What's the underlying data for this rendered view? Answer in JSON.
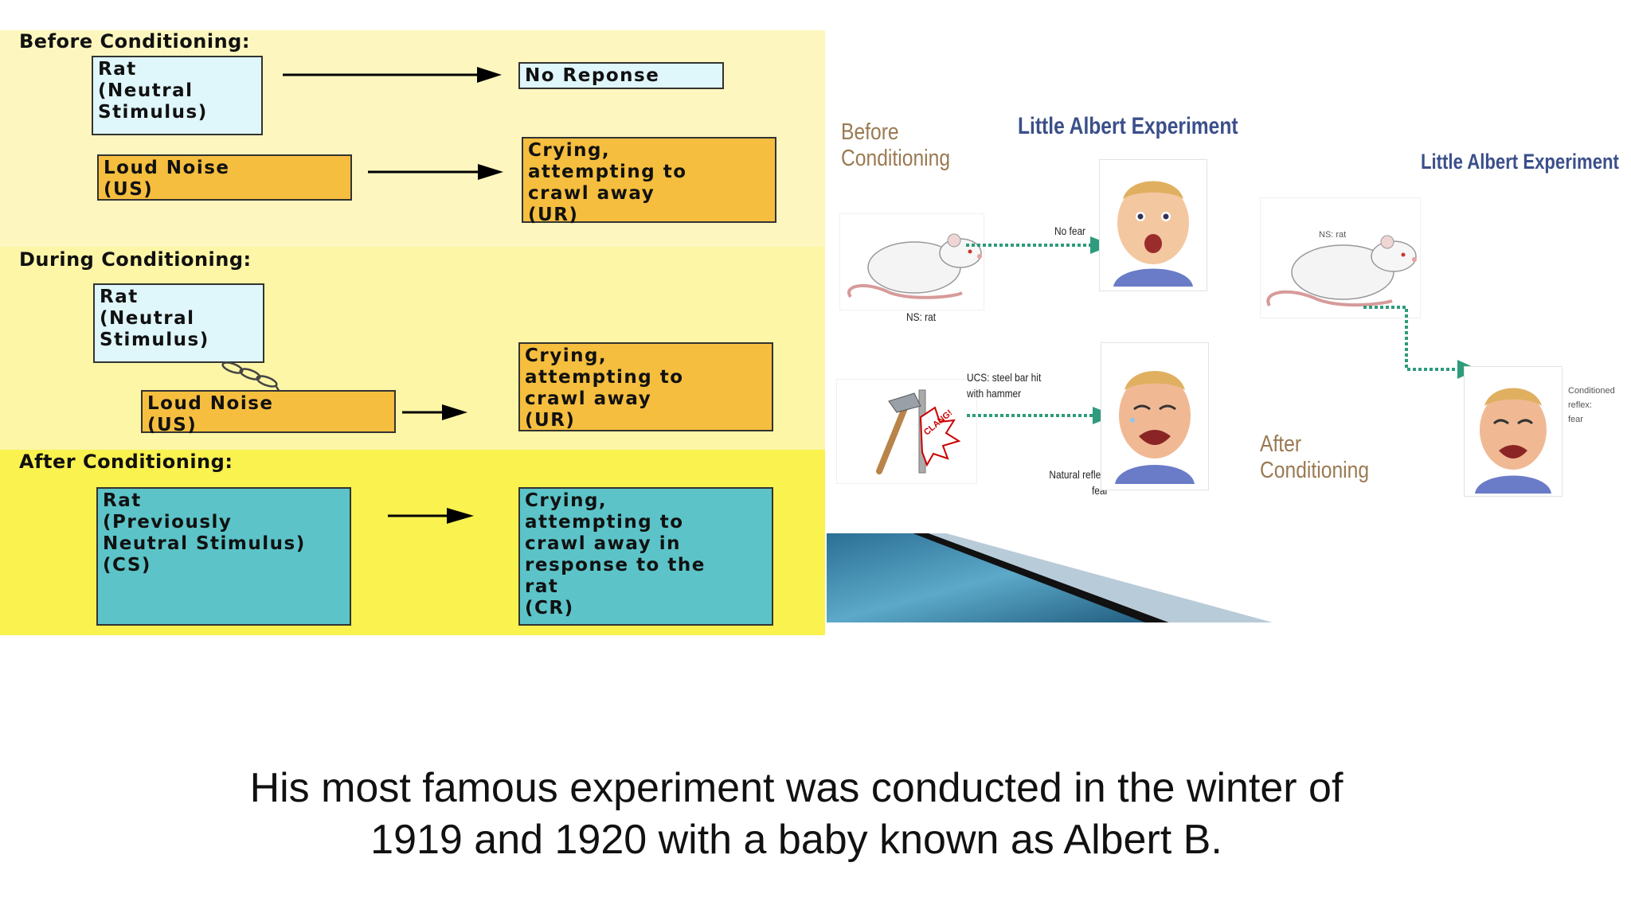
{
  "left_diagram": {
    "before": {
      "title": "Before Conditioning:",
      "ns_box": "Rat\n(Neutral\nStimulus)",
      "response_box": "No Reponse",
      "us_box": "Loud Noise\n(US)",
      "ur_box": "Crying,\nattempting to\ncrawl away\n(UR)"
    },
    "during": {
      "title": "During Conditioning:",
      "ns_box": "Rat\n(Neutral\nStimulus)",
      "us_box": "Loud Noise\n(US)",
      "ur_box": "Crying,\nattempting to\ncrawl away\n(UR)"
    },
    "after": {
      "title": "After Conditioning:",
      "cs_box": "Rat\n(Previously\nNeutral Stimulus)\n(CS)",
      "cr_box": "Crying,\nattempting to\ncrawl away in\nresponse to the\nrat\n(CR)"
    }
  },
  "right_image": {
    "before_label": "Before\nConditioning",
    "title_main": "Little Albert Experiment",
    "title_secondary": "Little Albert Experiment",
    "no_fear": "No fear",
    "ns_rat": "NS: rat",
    "ucs_label": "UCS: steel bar hit\nwith hammer",
    "clang": "CLANG!",
    "natural_reflex": "Natural reflex:\nfear",
    "ns_rat_small": "NS: rat",
    "after_label": "After\nConditioning",
    "conditioned_reflex": "Conditioned\nreflex:\nfear"
  },
  "caption": {
    "line1": "His most famous experiment was conducted in the winter of",
    "line2": "1919 and 1920 with a baby known as Albert B."
  },
  "colors": {
    "band_before": "#fdf7bf",
    "band_during": "#fcf6a6",
    "band_after": "#f9f24f",
    "box_light_blue": "#dff6fb",
    "box_orange": "#f5be3e",
    "box_teal": "#5cc4c8",
    "arrow_green": "#2e9b7c",
    "title_blue": "#3b4f8a",
    "label_brown": "#9a7a52"
  }
}
